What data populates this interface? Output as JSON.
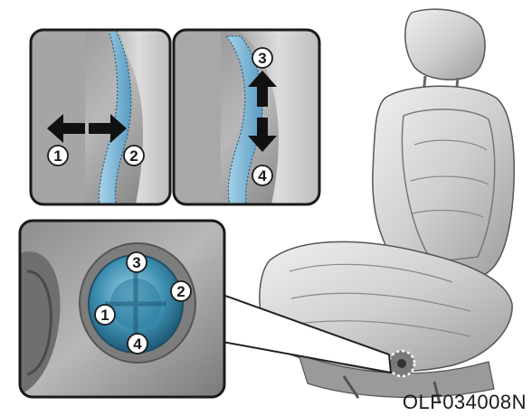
{
  "figure": {
    "reference_code": "OLF034008N"
  },
  "inset_top_left": {
    "labels": {
      "left": "1",
      "right": "2"
    }
  },
  "inset_top_right": {
    "labels": {
      "up": "3",
      "down": "4"
    }
  },
  "inset_knob": {
    "labels": {
      "top": "3",
      "right": "2",
      "left": "1",
      "bottom": "4"
    }
  },
  "colors": {
    "background": "#ffffff",
    "panel_fill": "#9d9d9d",
    "lumbar_blue": "#7fb7d6",
    "knob_blue": "#3d8eb0",
    "seat_gray": "#cfcfcf",
    "outline": "#222222"
  }
}
